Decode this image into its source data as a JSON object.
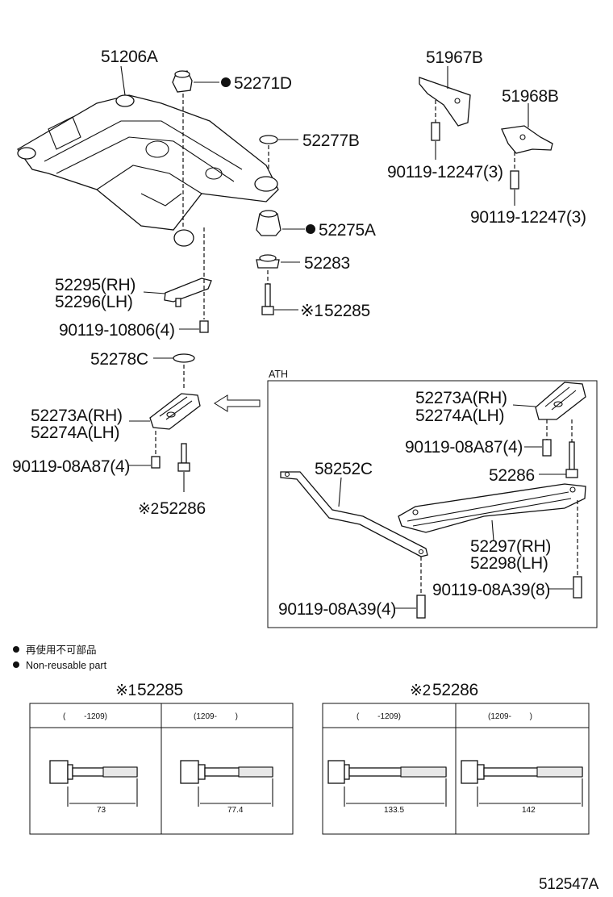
{
  "parts": {
    "p51206A": "51206A",
    "p52271D": "52271D",
    "p52277B": "52277B",
    "p52275A": "52275A",
    "p52283": "52283",
    "p52285": "52285",
    "p52295": "52295(RH)",
    "p52296": "52296(LH)",
    "p90119_10806": "90119-10806(4)",
    "p52278C": "52278C",
    "p52273A_l": "52273A(RH)",
    "p52274A_l": "52274A(LH)",
    "p90119_08A87_l": "90119-08A87(4)",
    "p52286_l": "52286",
    "p51967B": "51967B",
    "p51968B": "51968B",
    "p90119_12247_a": "90119-12247(3)",
    "p90119_12247_b": "90119-12247(3)",
    "p52273A_r": "52273A(RH)",
    "p52274A_r": "52274A(LH)",
    "p90119_08A87_r": "90119-08A87(4)",
    "p52286_r": "52286",
    "p58252C": "58252C",
    "p52297": "52297(RH)",
    "p52298": "52298(LH)",
    "p90119_08A39_8": "90119-08A39(8)",
    "p90119_08A39_4": "90119-08A39(4)"
  },
  "marks": {
    "note1": "※1",
    "note2": "※2"
  },
  "ath_label": "ATH",
  "legend": {
    "jp": "再使用不可部品",
    "en": "Non-reusable part",
    "bullet": "●"
  },
  "table1": {
    "mark": "※1",
    "part": "52285",
    "col1": "(　　 -1209)",
    "col2": "(1209-　　 )",
    "dim1": "73",
    "dim2": "77.4"
  },
  "table2": {
    "mark": "※2",
    "part": "52286",
    "col1": "(　　 -1209)",
    "col2": "(1209-　　 )",
    "dim1": "133.5",
    "dim2": "142"
  },
  "figure_id": "512547A"
}
